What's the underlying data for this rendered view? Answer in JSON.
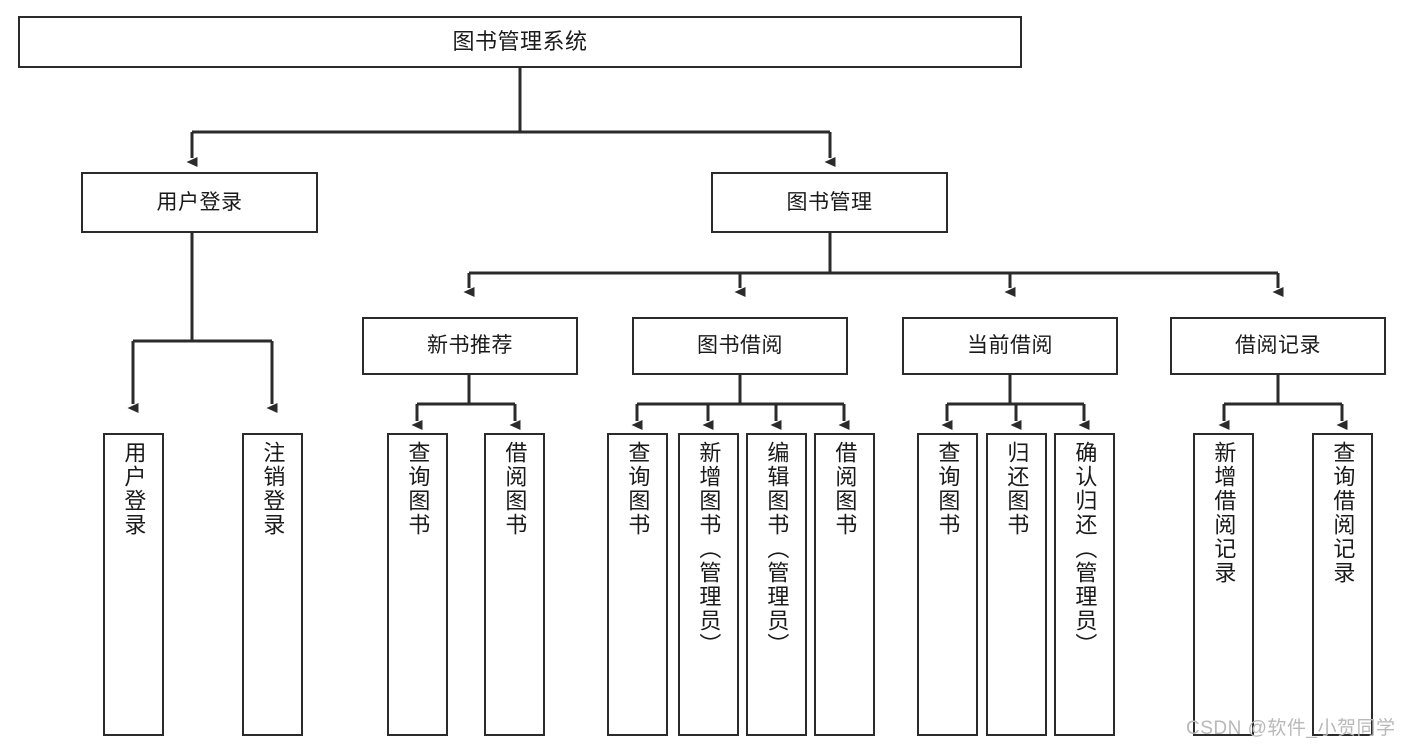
{
  "diagram": {
    "type": "tree-hierarchy-chart",
    "title": "图书管理系统",
    "root": {
      "id": "root",
      "label": "图书管理系统"
    },
    "level2": [
      {
        "id": "user-login",
        "label": "用户登录"
      },
      {
        "id": "book-management",
        "label": "图书管理"
      }
    ],
    "level3": [
      {
        "id": "new-book-recommend",
        "label": "新书推荐"
      },
      {
        "id": "book-borrow",
        "label": "图书借阅"
      },
      {
        "id": "current-borrow",
        "label": "当前借阅"
      },
      {
        "id": "borrow-record",
        "label": "借阅记录"
      }
    ],
    "leaves": [
      {
        "id": "leaf-user-login",
        "label": "用户登录",
        "parent": "user-login"
      },
      {
        "id": "leaf-user-logout",
        "label": "注销登录",
        "parent": "user-login"
      },
      {
        "id": "leaf-query-book-1",
        "label": "查询图书",
        "parent": "new-book-recommend"
      },
      {
        "id": "leaf-borrow-book-1",
        "label": "借阅图书",
        "parent": "new-book-recommend"
      },
      {
        "id": "leaf-query-book-2",
        "label": "查询图书",
        "parent": "book-borrow"
      },
      {
        "id": "leaf-add-book",
        "label": "新增图书（管理员）",
        "parent": "book-borrow"
      },
      {
        "id": "leaf-edit-book",
        "label": "编辑图书（管理员）",
        "parent": "book-borrow"
      },
      {
        "id": "leaf-borrow-book-2",
        "label": "借阅图书",
        "parent": "book-borrow"
      },
      {
        "id": "leaf-query-book-3",
        "label": "查询图书",
        "parent": "current-borrow"
      },
      {
        "id": "leaf-return-book",
        "label": "归还图书",
        "parent": "current-borrow"
      },
      {
        "id": "leaf-confirm-return",
        "label": "确认归还（管理员）",
        "parent": "current-borrow"
      },
      {
        "id": "leaf-add-record",
        "label": "新增借阅记录",
        "parent": "borrow-record"
      },
      {
        "id": "leaf-query-record",
        "label": "查询借阅记录",
        "parent": "borrow-record"
      }
    ],
    "watermark": "CSDN @软件_小贺同学",
    "colors": {
      "border": "#2b2b2b",
      "background": "#ffffff",
      "text": "#1a1a1a",
      "connector": "#2b2b2b",
      "watermark": "#b9b9b9"
    }
  }
}
